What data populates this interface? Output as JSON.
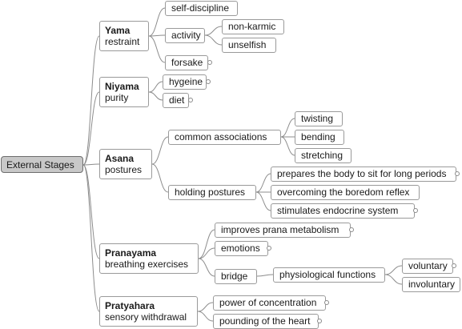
{
  "root": {
    "label": "External Stages"
  },
  "categories": [
    {
      "title": "Yama",
      "subtitle": "restraint"
    },
    {
      "title": "Niyama",
      "subtitle": "purity"
    },
    {
      "title": "Asana",
      "subtitle": "postures"
    },
    {
      "title": "Pranayama",
      "subtitle": "breathing exercises"
    },
    {
      "title": "Pratyahara",
      "subtitle": "sensory withdrawal"
    }
  ],
  "nodes": {
    "self_discipline": "self-discipline",
    "activity": "activity",
    "non_karmic": "non-karmic",
    "unselfish": "unselfish",
    "forsake": "forsake",
    "hygeine": "hygeine",
    "diet": "diet",
    "common_associations": "common associations",
    "twisting": "twisting",
    "bending": "bending",
    "stretching": "stretching",
    "holding_postures": "holding postures",
    "prepares": "prepares the body to sit for long periods",
    "boredom": "overcoming the boredom reflex",
    "endocrine": "stimulates endocrine system",
    "prana": "improves prana metabolism",
    "emotions": "emotions",
    "bridge": "bridge",
    "physiological": "physiological functions",
    "voluntary": "voluntary",
    "involuntary": "involuntary",
    "concentration": "power of concentration",
    "pounding": "pounding of the heart"
  }
}
